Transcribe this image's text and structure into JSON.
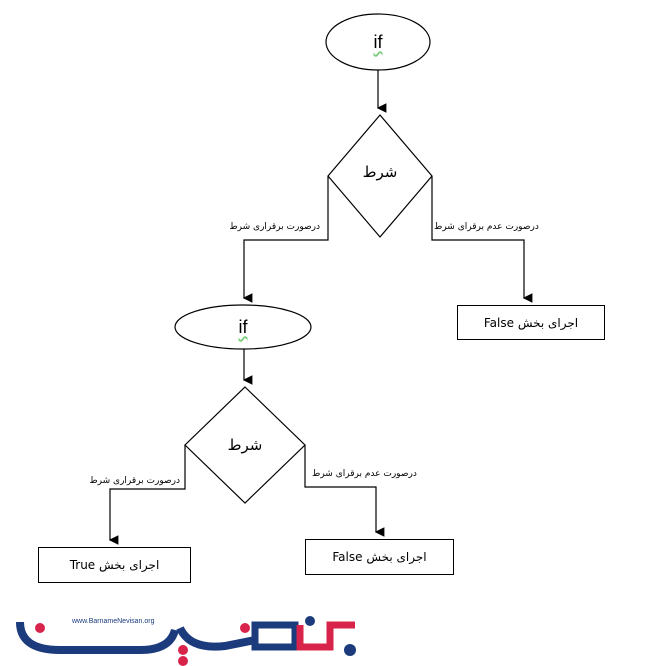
{
  "nodes": {
    "start_if": "if",
    "condition_1": "شرط",
    "nested_if": "if",
    "condition_2": "شرط",
    "false_box_1": "اجرای بخش False",
    "true_box": "اجرای بخش True",
    "false_box_2": "اجرای بخش False"
  },
  "edges": {
    "true_1": "درصورت برقراری شرط",
    "false_1": "درصورت عدم برقرای شرط",
    "true_2": "درصورت برقراری شرط",
    "false_2": "درصورت عدم برقرای شرط"
  },
  "logo": {
    "text": "برنامه نویسان",
    "url": "www.BarnameNevisan.org",
    "colors": {
      "blue": "#1b3b7d",
      "red": "#d8234a"
    }
  }
}
